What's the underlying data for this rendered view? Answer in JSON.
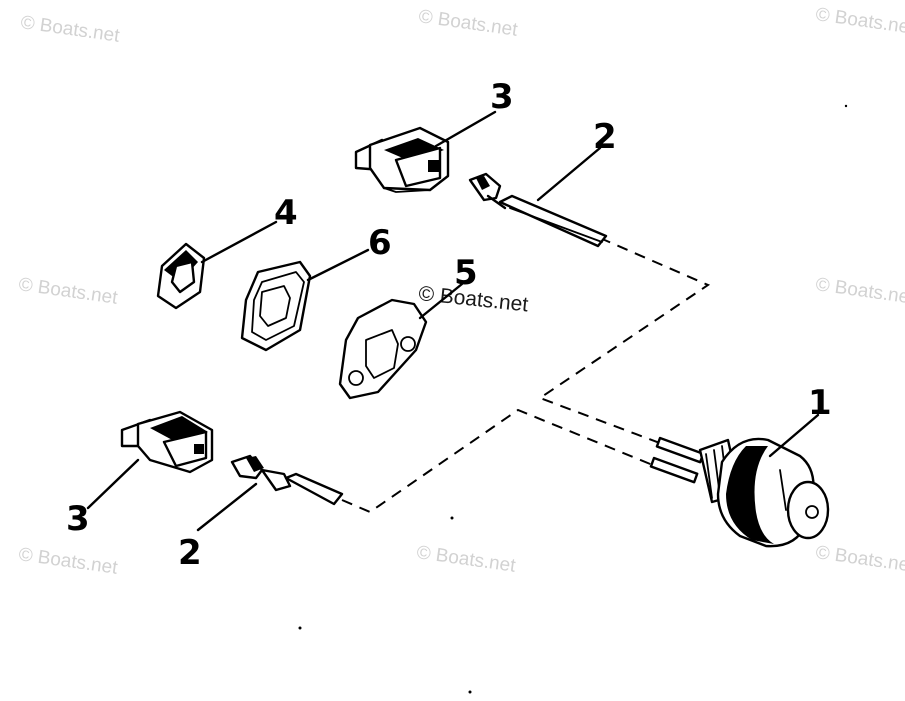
{
  "watermarks": {
    "corner_text": "© Boats.net",
    "center_text": "© Boats.net"
  },
  "callouts": {
    "part1": "1",
    "part2_top": "2",
    "part2_bottom": "2",
    "part3_top": "3",
    "part3_bottom": "3",
    "part4": "4",
    "part5": "5",
    "part6": "6"
  },
  "colors": {
    "line": "#000000",
    "background": "#ffffff",
    "watermark": "#d2d2d2"
  }
}
